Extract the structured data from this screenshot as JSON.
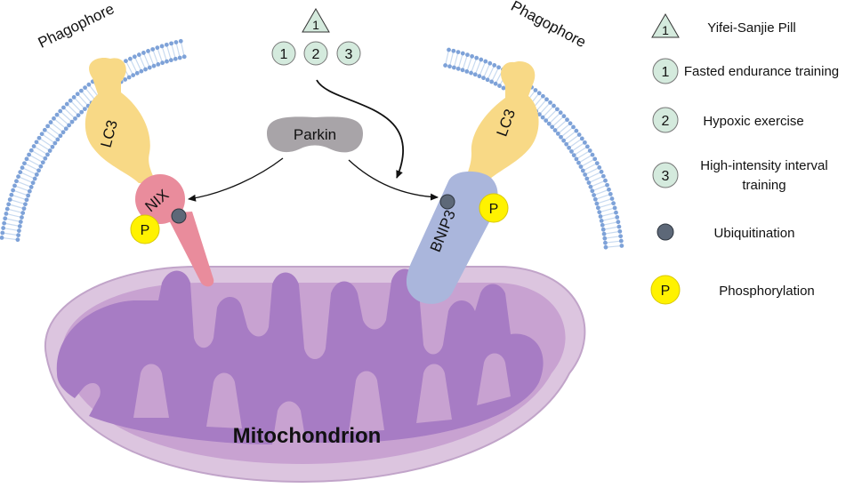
{
  "phagophore": {
    "left_label": "Phagophore",
    "right_label": "Phagophore"
  },
  "receptors": {
    "left_lc3": "LC3",
    "right_lc3": "LC3",
    "nix": "NIX",
    "bnip3": "BNIP3",
    "nix_phospho": "P",
    "bnip3_phospho": "P"
  },
  "parkin": "Parkin",
  "mitochondrion": "Mitochondrion",
  "interventions": {
    "triangle": "1",
    "circles": [
      "1",
      "2",
      "3"
    ]
  },
  "legend": {
    "items": [
      {
        "symbol": "1",
        "shape": "triangle",
        "label": "Yifei-Sanjie Pill"
      },
      {
        "symbol": "1",
        "shape": "circle",
        "label": "Fasted endurance training"
      },
      {
        "symbol": "2",
        "shape": "circle",
        "label": "Hypoxic exercise"
      },
      {
        "symbol": "3",
        "shape": "circle",
        "label": "High-intensity interval",
        "label2": "training"
      },
      {
        "symbol": "",
        "shape": "dot",
        "label": "Ubiquitination"
      },
      {
        "symbol": "P",
        "shape": "phospho",
        "label": "Phosphorylation"
      }
    ]
  },
  "colors": {
    "membrane_head": "#7ea2d8",
    "membrane_tail": "#c8daf0",
    "lc3": "#f8d986",
    "nix": "#e98c9c",
    "bnip3": "#aab6dc",
    "parkin": "#a8a4a8",
    "mito_outer": "#d8c0dc",
    "mito_inner_space": "#c9a6d3",
    "matrix": "#a97ac4",
    "phospho": "#fff200",
    "ubiquitin": "#5d6878",
    "intervention_fill": "#d4eadd"
  }
}
